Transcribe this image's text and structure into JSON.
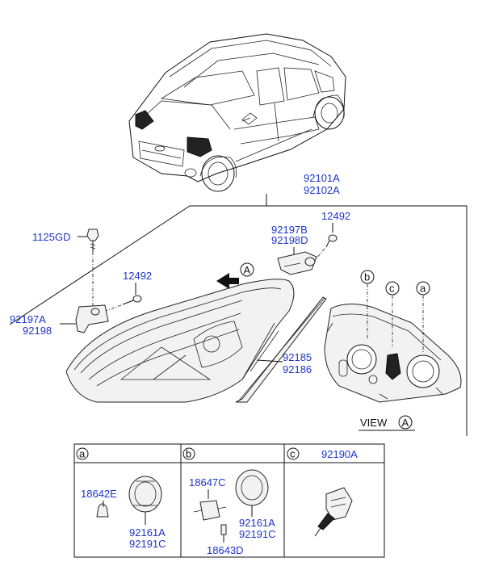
{
  "assembly": {
    "part1": "92101A",
    "part2": "92102A"
  },
  "callouts": {
    "bolt": "1125GD",
    "screw_left": "12492",
    "screw_right": "12492",
    "bracket_left_a": "92197A",
    "bracket_left_b": "92198",
    "bracket_right_a": "92197B",
    "bracket_right_b": "92198D",
    "strip_a": "92185",
    "strip_b": "92186"
  },
  "view": {
    "arrow_letter": "A",
    "label": "VIEW",
    "letter": "A"
  },
  "bulb_markers": [
    "b",
    "c",
    "a"
  ],
  "table": {
    "headers": [
      {
        "letter": "a",
        "title": ""
      },
      {
        "letter": "b",
        "title": ""
      },
      {
        "letter": "c",
        "title": "92190A"
      }
    ],
    "cell_a": {
      "bulb": "18642E",
      "cap1": "92161A",
      "cap2": "92191C"
    },
    "cell_b": {
      "bulb_main": "18647C",
      "bulb_small": "18643D",
      "cap1": "92161A",
      "cap2": "92191C"
    }
  }
}
